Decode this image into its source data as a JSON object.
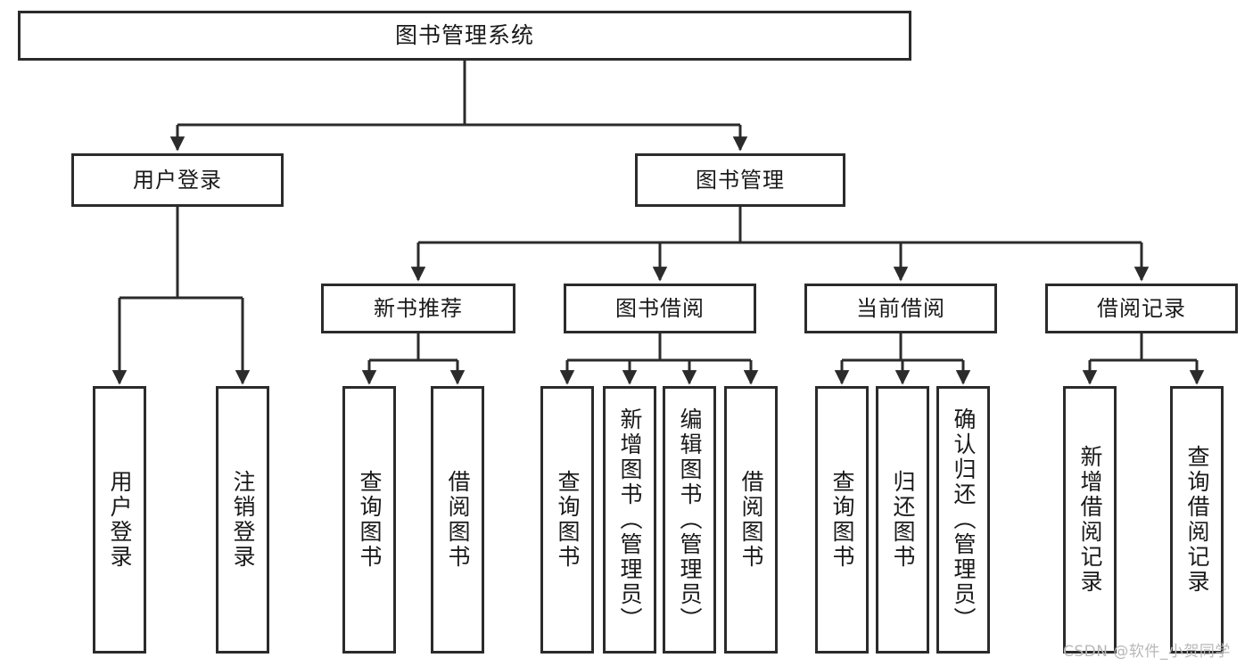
{
  "diagram": {
    "type": "tree",
    "title": "图书管理系统",
    "root": {
      "label": "图书管理系统"
    },
    "level1": [
      {
        "label": "用户登录"
      },
      {
        "label": "图书管理"
      }
    ],
    "level2": [
      {
        "label": "新书推荐"
      },
      {
        "label": "图书借阅"
      },
      {
        "label": "当前借阅"
      },
      {
        "label": "借阅记录"
      }
    ],
    "leaves": {
      "user_login": [
        {
          "label": "用户登录"
        },
        {
          "label": "注销登录"
        }
      ],
      "new_book_recommend": [
        {
          "label": "查询图书"
        },
        {
          "label": "借阅图书"
        }
      ],
      "book_borrow": [
        {
          "label": "查询图书"
        },
        {
          "label": "新增图书（管理员）"
        },
        {
          "label": "编辑图书（管理员）"
        },
        {
          "label": "借阅图书"
        }
      ],
      "current_borrow": [
        {
          "label": "查询图书"
        },
        {
          "label": "归还图书"
        },
        {
          "label": "确认归还（管理员）"
        }
      ],
      "borrow_record": [
        {
          "label": "新增借阅记录"
        },
        {
          "label": "查询借阅记录"
        }
      ]
    },
    "watermark": "CSDN @软件_小贺同学",
    "colors": {
      "stroke": "#2b2b2b",
      "background": "#ffffff",
      "text": "#1a1a1a",
      "watermark": "#b8b8b8"
    }
  }
}
